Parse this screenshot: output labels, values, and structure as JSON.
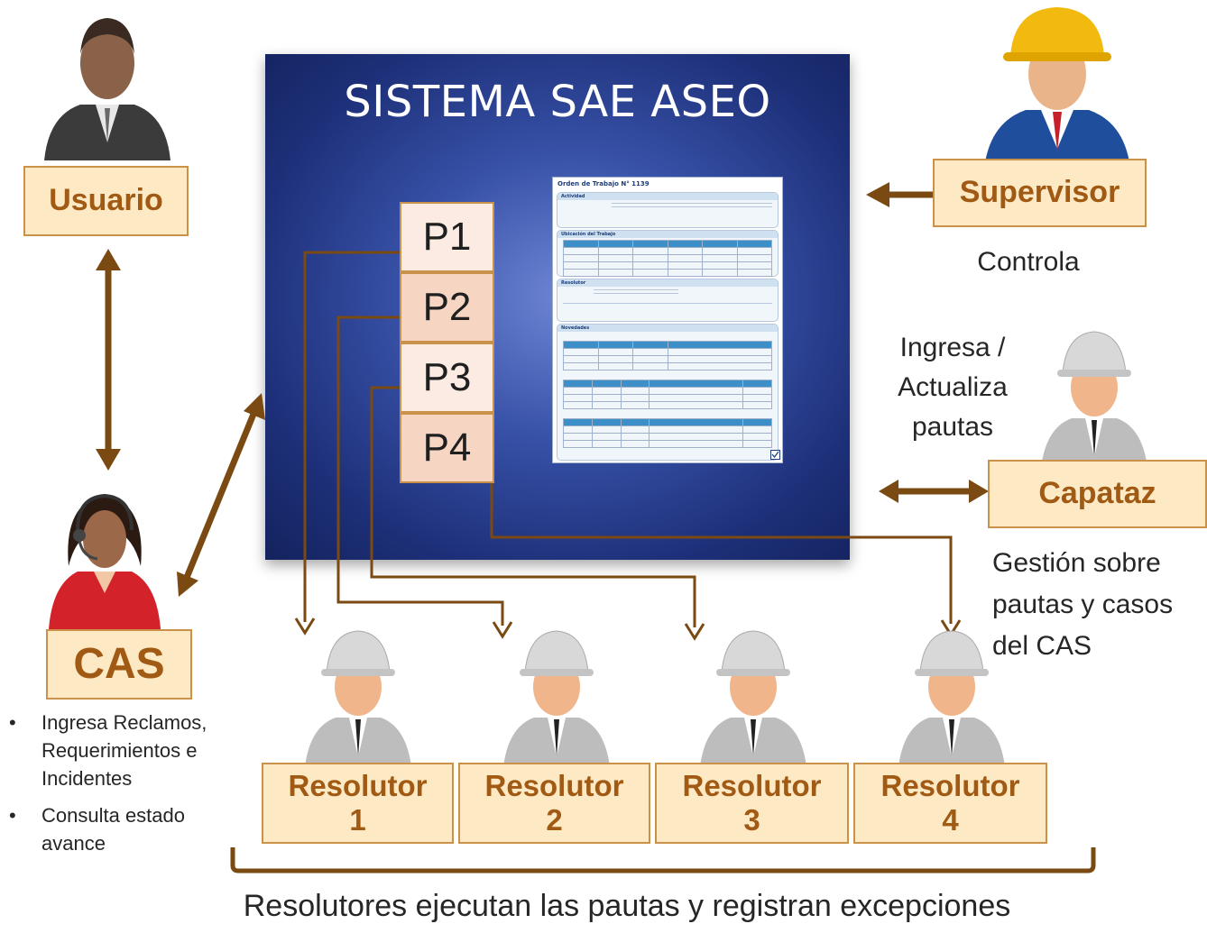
{
  "system": {
    "title": "SISTEMA SAE ASEO"
  },
  "processes": [
    "P1",
    "P2",
    "P3",
    "P4"
  ],
  "form": {
    "title": "Orden de Trabajo N° 1139",
    "sections": [
      "Actividad",
      "Ubicación del Trabajo",
      "Resolutor",
      "Novedades"
    ]
  },
  "roles": {
    "usuario": "Usuario",
    "supervisor": "Supervisor",
    "capataz": "Capataz",
    "cas": "CAS"
  },
  "captions": {
    "supervisor": "Controla",
    "capataz_line1": "Ingresa /",
    "capataz_line2": "Actualiza",
    "capataz_line3": "pautas",
    "gestion_line1": "Gestión sobre",
    "gestion_line2": "pautas y casos",
    "gestion_line3": "del CAS"
  },
  "cas_bullets": [
    [
      "Ingresa Reclamos,",
      "Requerimientos e",
      "Incidentes"
    ],
    [
      "Consulta estado",
      "avance"
    ]
  ],
  "resolutores": [
    {
      "label": "Resolutor",
      "number": "1"
    },
    {
      "label": "Resolutor",
      "number": "2"
    },
    {
      "label": "Resolutor",
      "number": "3"
    },
    {
      "label": "Resolutor",
      "number": "4"
    }
  ],
  "footer": "Resolutores ejecutan las pautas y registran excepciones",
  "colors": {
    "arrow": "#7a4a12",
    "box_fill": "#fde9c4",
    "box_border": "#c9914a",
    "box_text": "#a15a14",
    "system_bg": "#1d2f78"
  }
}
